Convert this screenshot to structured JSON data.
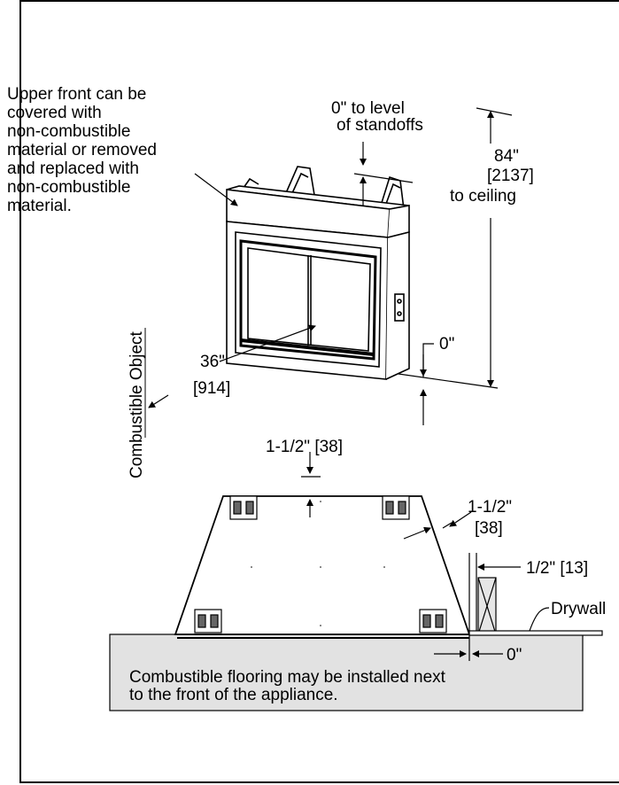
{
  "labels": {
    "upper_front": [
      "Upper front can be",
      "covered with",
      "non-combustible",
      "material or removed",
      "and replaced with",
      "non-combustible",
      "material."
    ],
    "standoffs": [
      "0\" to level",
      "of standoffs"
    ],
    "ceiling": [
      "84\"",
      "[2137]",
      "to ceiling"
    ],
    "side_zero": "0\"",
    "width": [
      "36\"",
      "[914]"
    ],
    "combustible_object": "Combustible Object",
    "top_clearance": "1-1/2\" [38]",
    "angle_clearance": [
      "1-1/2\"",
      "[38]"
    ],
    "half_inch": "1/2\" [13]",
    "drywall": "Drywall",
    "floor_zero": "0\"",
    "flooring_note": [
      "Combustible flooring may be installed next",
      "to the front of the appliance."
    ]
  }
}
